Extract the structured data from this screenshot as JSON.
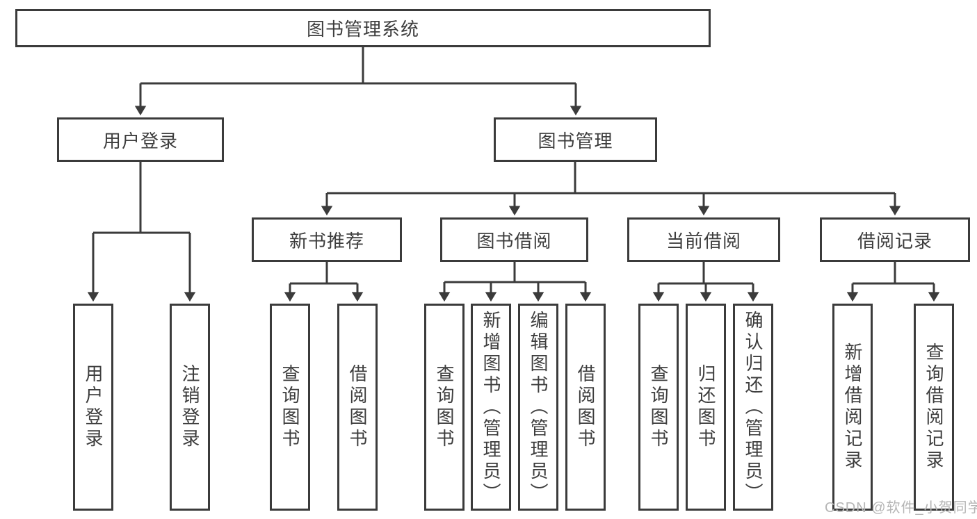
{
  "tree": {
    "root": "图书管理系统",
    "children": [
      {
        "label": "用户登录",
        "children": [
          "用户登录",
          "注销登录"
        ]
      },
      {
        "label": "图书管理",
        "children": [
          {
            "label": "新书推荐",
            "children": [
              "查询图书",
              "借阅图书"
            ]
          },
          {
            "label": "图书借阅",
            "children": [
              "查询图书",
              "新增图书（管理员）",
              "编辑图书（管理员）",
              "借阅图书"
            ]
          },
          {
            "label": "当前借阅",
            "children": [
              "查询图书",
              "归还图书",
              "确认归还（管理员）"
            ]
          },
          {
            "label": "借阅记录",
            "children": [
              "新增借阅记录",
              "查询借阅记录"
            ]
          }
        ]
      }
    ]
  },
  "watermark": {
    "text": "CSDN @软件_小贺同学"
  },
  "colors": {
    "line": "#3b3b3b",
    "text": "#3d3d3d",
    "watermark": "#b5b5b5",
    "background": "#ffffff"
  }
}
